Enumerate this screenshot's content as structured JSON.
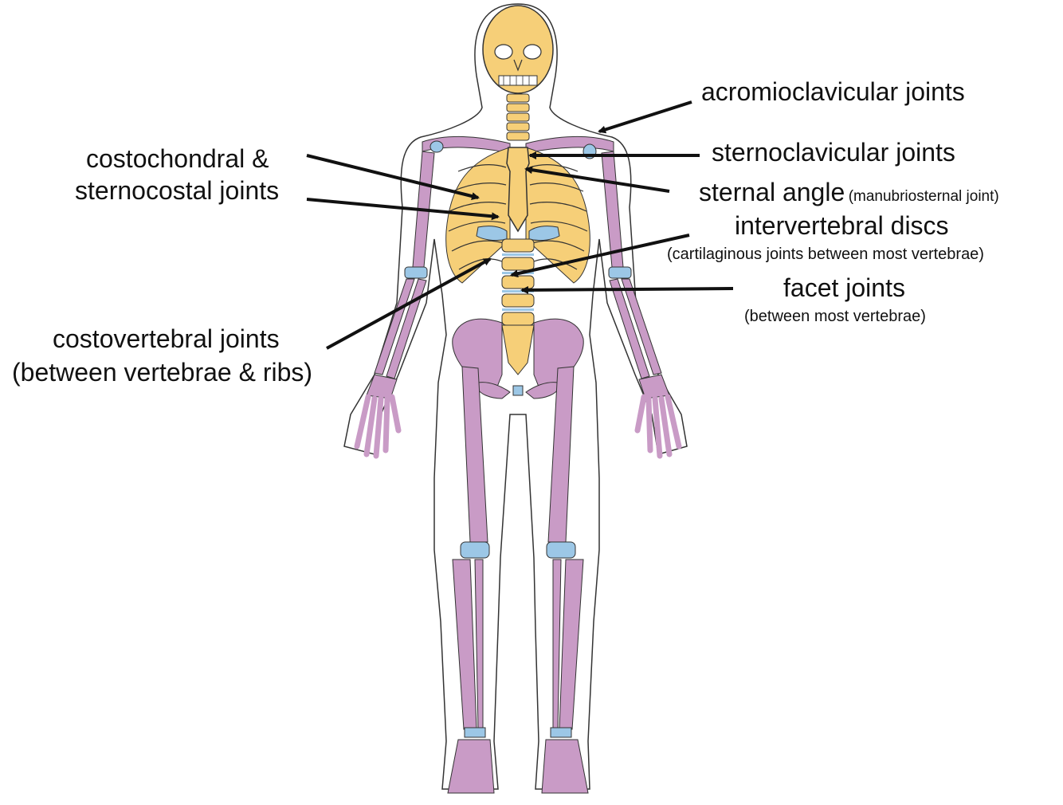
{
  "labels": {
    "acromioclavicular": "acromioclavicular joints",
    "sternoclavicular": "sternoclavicular joints",
    "sternal_angle": "sternal angle",
    "sternal_angle_note": "(manubriosternal joint)",
    "intervertebral": "intervertebral discs",
    "intervertebral_note": "(cartilaginous joints between most vertebrae)",
    "facet": "facet joints",
    "facet_note": "(between most vertebrae)",
    "costochondral_1": "costochondral &",
    "costochondral_2": "sternocostal joints",
    "costovertebral_1": "costovertebral joints",
    "costovertebral_2": "(between vertebrae & ribs)"
  },
  "colors": {
    "bone_limb": "#c99bc6",
    "bone_axial": "#f6cf78",
    "cartilage": "#9cc7e6",
    "outline": "#333333",
    "arrow": "#111111"
  }
}
